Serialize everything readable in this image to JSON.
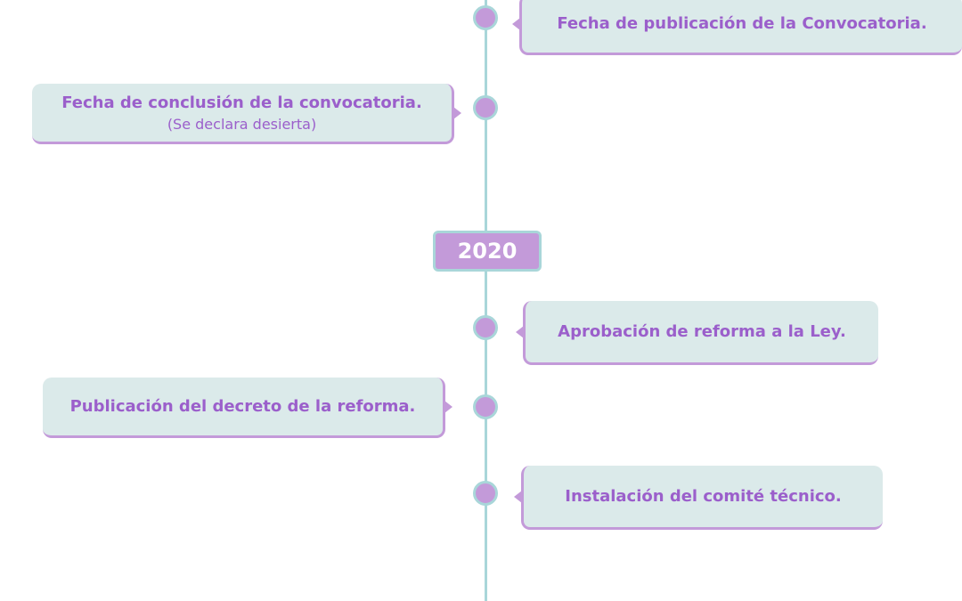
{
  "events": [
    {
      "id": "publicacion-convocatoria",
      "side": "right",
      "title": "Fecha de publicación de la Convocatoria.",
      "note": ""
    },
    {
      "id": "conclusion-convocatoria",
      "side": "left",
      "title": "Fecha de conclusión de la convocatoria.",
      "note": "(Se declara desierta)"
    },
    {
      "id": "aprobacion-reforma",
      "side": "right",
      "title": "Aprobación de reforma a la Ley.",
      "note": ""
    },
    {
      "id": "publicacion-decreto",
      "side": "left",
      "title": "Publicación del decreto de la reforma.",
      "note": ""
    },
    {
      "id": "instalacion-comite",
      "side": "right",
      "title": "Instalación del comité técnico.",
      "note": ""
    }
  ],
  "year_marker": "2020",
  "colors": {
    "axis": "#a9d6d9",
    "node": "#c39ad9",
    "card_bg": "#dbeaea",
    "text": "#9b5fcb"
  }
}
